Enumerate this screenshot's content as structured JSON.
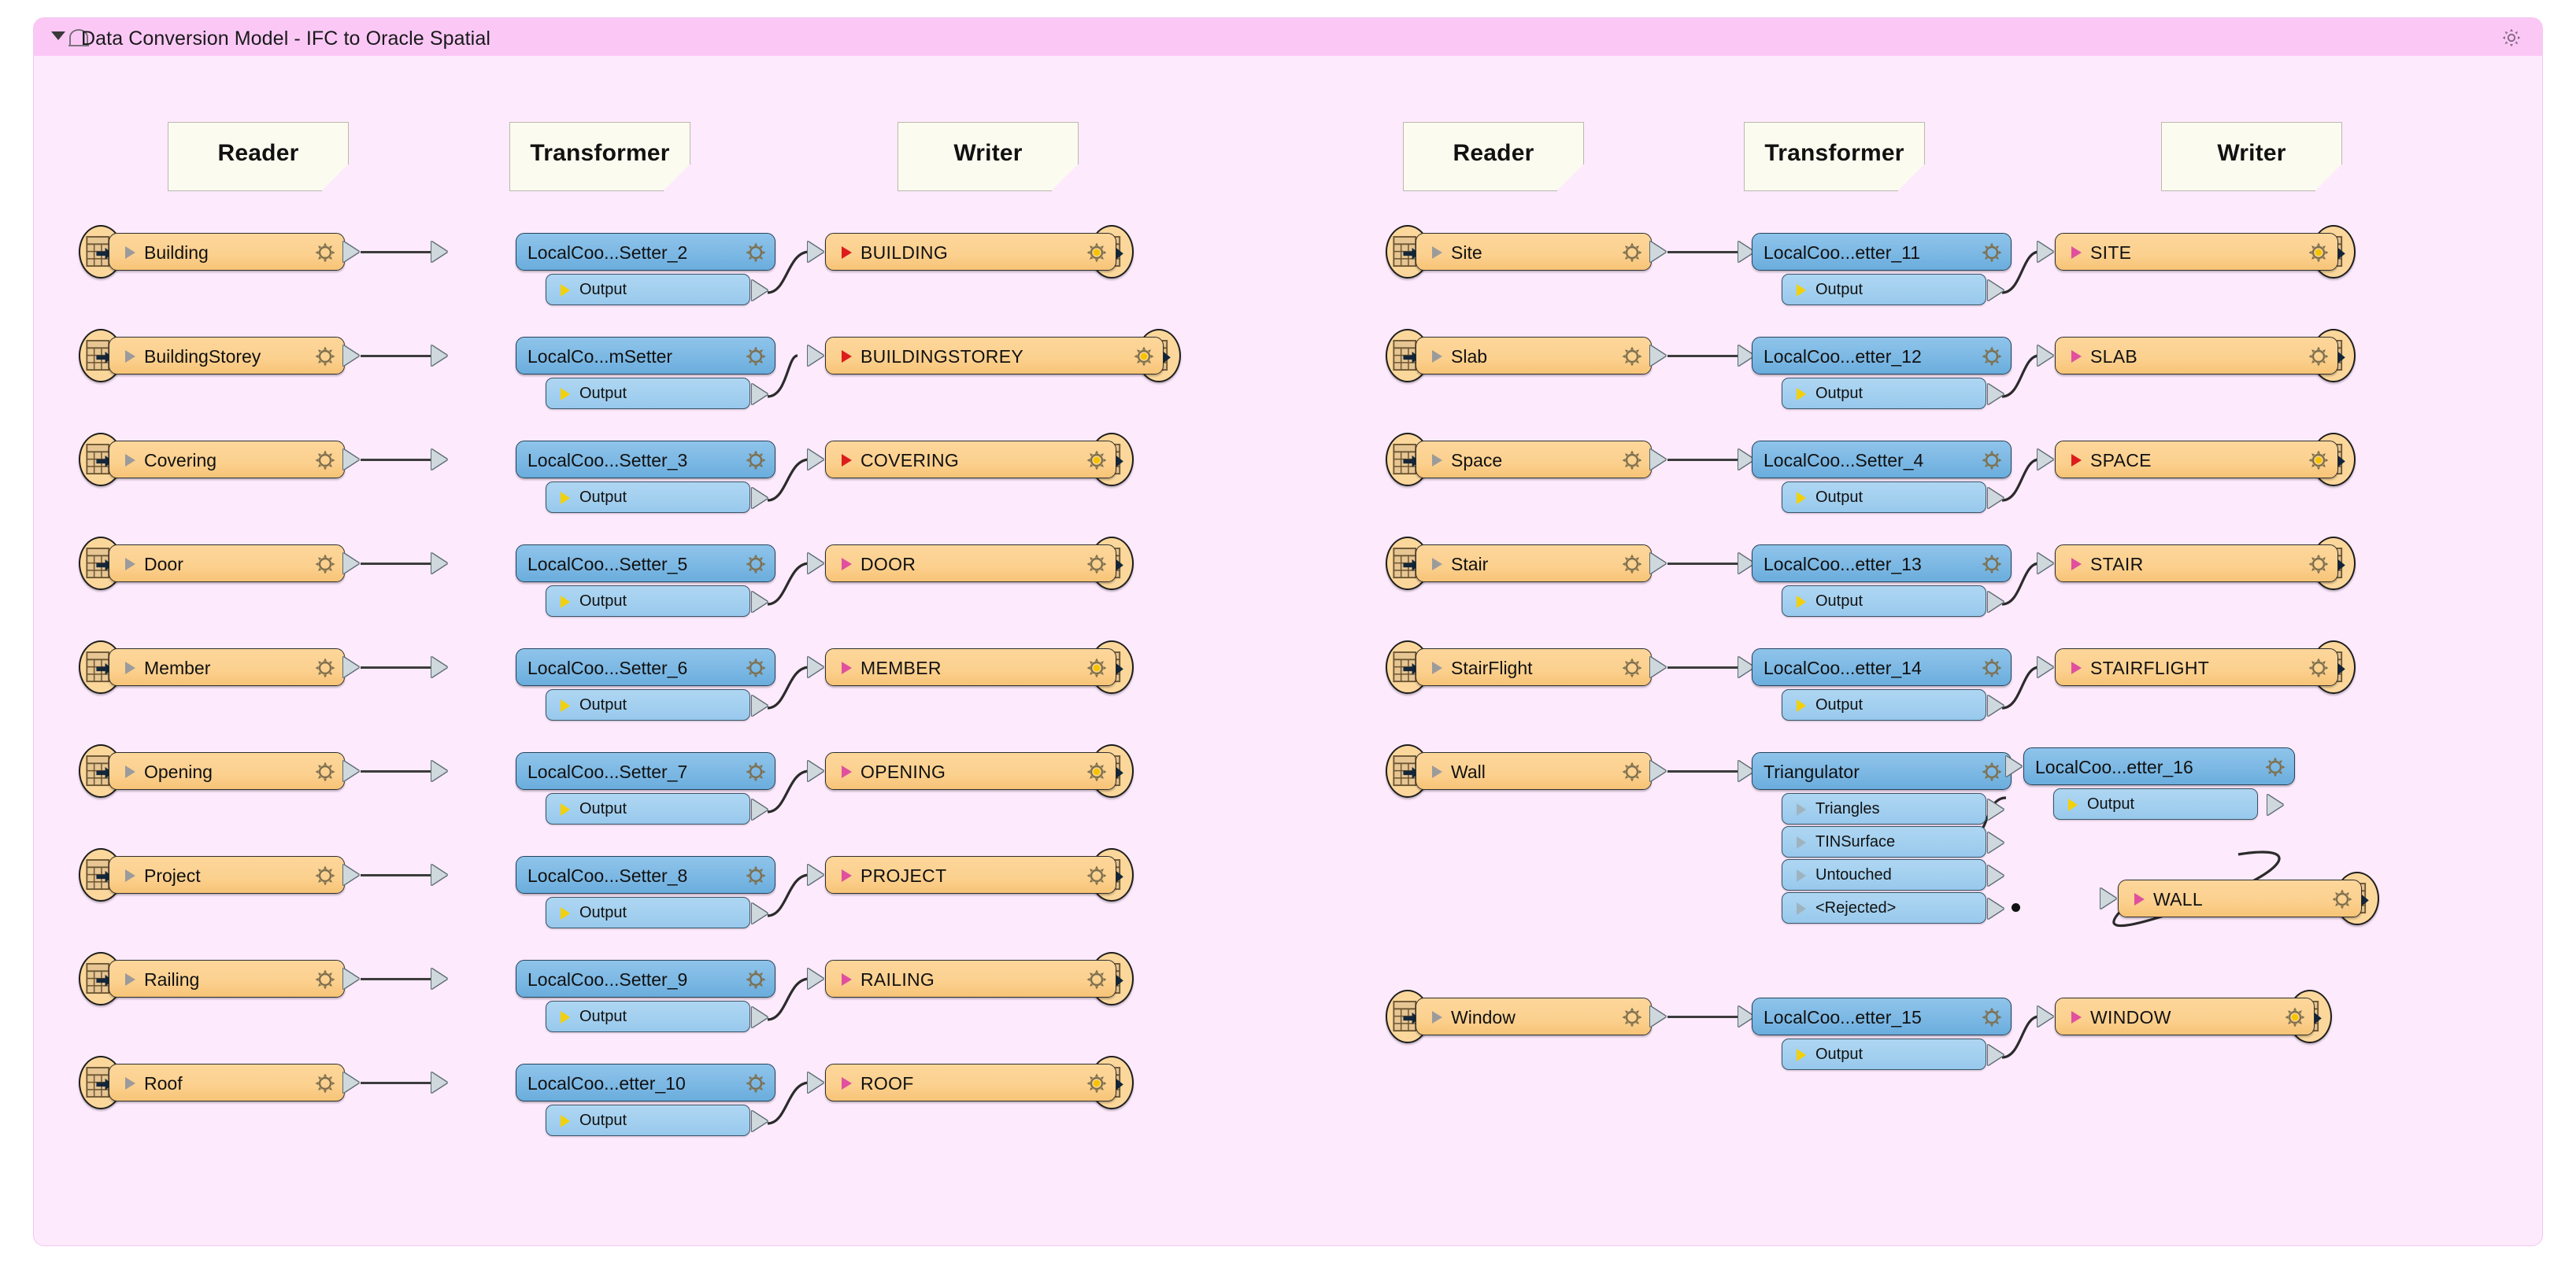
{
  "bookmark": {
    "title": "Data Conversion Model - IFC to Oracle Spatial",
    "collapse_icon": "triangle-down-icon",
    "home_icon": "bookmark-home-icon",
    "gear_icon": "gear-icon",
    "header_color": "#fbc8f6",
    "body_color": "#fdeafd"
  },
  "column_headers": {
    "left": [
      {
        "label": "Reader"
      },
      {
        "label": "Transformer"
      },
      {
        "label": "Writer"
      }
    ],
    "right": [
      {
        "label": "Reader"
      },
      {
        "label": "Transformer"
      },
      {
        "label": "Writer"
      }
    ]
  },
  "colors": {
    "reader_writer": "#fbd190",
    "transformer": "#7cb8e4",
    "output_port": "#a2cfef",
    "arrow_red": "#dd1c1c",
    "arrow_pink": "#e0509e",
    "arrow_grey": "#9b9b9b",
    "port_arrow_yellow": "#f2d00a"
  },
  "left_group": {
    "rows": [
      {
        "reader": "Building",
        "transformer": "LocalCoo...Setter_2",
        "port": "Output",
        "writer": "BUILDING",
        "writer_marker": "red",
        "writer_gear": "active"
      },
      {
        "reader": "BuildingStorey",
        "transformer": "LocalCo...mSetter",
        "port": "Output",
        "writer": "BUILDINGSTOREY",
        "writer_marker": "red",
        "writer_gear": "active"
      },
      {
        "reader": "Covering",
        "transformer": "LocalCoo...Setter_3",
        "port": "Output",
        "writer": "COVERING",
        "writer_marker": "red",
        "writer_gear": "active"
      },
      {
        "reader": "Door",
        "transformer": "LocalCoo...Setter_5",
        "port": "Output",
        "writer": "DOOR",
        "writer_marker": "pink",
        "writer_gear": "idle"
      },
      {
        "reader": "Member",
        "transformer": "LocalCoo...Setter_6",
        "port": "Output",
        "writer": "MEMBER",
        "writer_marker": "pink",
        "writer_gear": "active"
      },
      {
        "reader": "Opening",
        "transformer": "LocalCoo...Setter_7",
        "port": "Output",
        "writer": "OPENING",
        "writer_marker": "pink",
        "writer_gear": "active"
      },
      {
        "reader": "Project",
        "transformer": "LocalCoo...Setter_8",
        "port": "Output",
        "writer": "PROJECT",
        "writer_marker": "pink",
        "writer_gear": "idle"
      },
      {
        "reader": "Railing",
        "transformer": "LocalCoo...Setter_9",
        "port": "Output",
        "writer": "RAILING",
        "writer_marker": "pink",
        "writer_gear": "idle"
      },
      {
        "reader": "Roof",
        "transformer": "LocalCoo...etter_10",
        "port": "Output",
        "writer": "ROOF",
        "writer_marker": "pink",
        "writer_gear": "active"
      }
    ]
  },
  "right_group": {
    "rows": [
      {
        "reader": "Site",
        "transformer": "LocalCoo...etter_11",
        "port": "Output",
        "writer": "SITE",
        "writer_marker": "pink",
        "writer_gear": "active"
      },
      {
        "reader": "Slab",
        "transformer": "LocalCoo...etter_12",
        "port": "Output",
        "writer": "SLAB",
        "writer_marker": "pink",
        "writer_gear": "idle"
      },
      {
        "reader": "Space",
        "transformer": "LocalCoo...Setter_4",
        "port": "Output",
        "writer": "SPACE",
        "writer_marker": "red",
        "writer_gear": "active"
      },
      {
        "reader": "Stair",
        "transformer": "LocalCoo...etter_13",
        "port": "Output",
        "writer": "STAIR",
        "writer_marker": "pink",
        "writer_gear": "idle"
      },
      {
        "reader": "StairFlight",
        "transformer": "LocalCoo...etter_14",
        "port": "Output",
        "writer": "STAIRFLIGHT",
        "writer_marker": "pink",
        "writer_gear": "idle"
      }
    ],
    "wall_branch": {
      "reader": "Wall",
      "transformer": "Triangulator",
      "ports": [
        "Triangles",
        "TINSurface",
        "Untouched",
        "<Rejected>"
      ],
      "second_transformer": "LocalCoo...etter_16",
      "second_port": "Output",
      "writer": "WALL",
      "writer_marker": "pink",
      "writer_gear": "idle"
    },
    "window_row": {
      "reader": "Window",
      "transformer": "LocalCoo...etter_15",
      "port": "Output",
      "writer": "WINDOW",
      "writer_marker": "pink",
      "writer_gear": "active"
    }
  }
}
